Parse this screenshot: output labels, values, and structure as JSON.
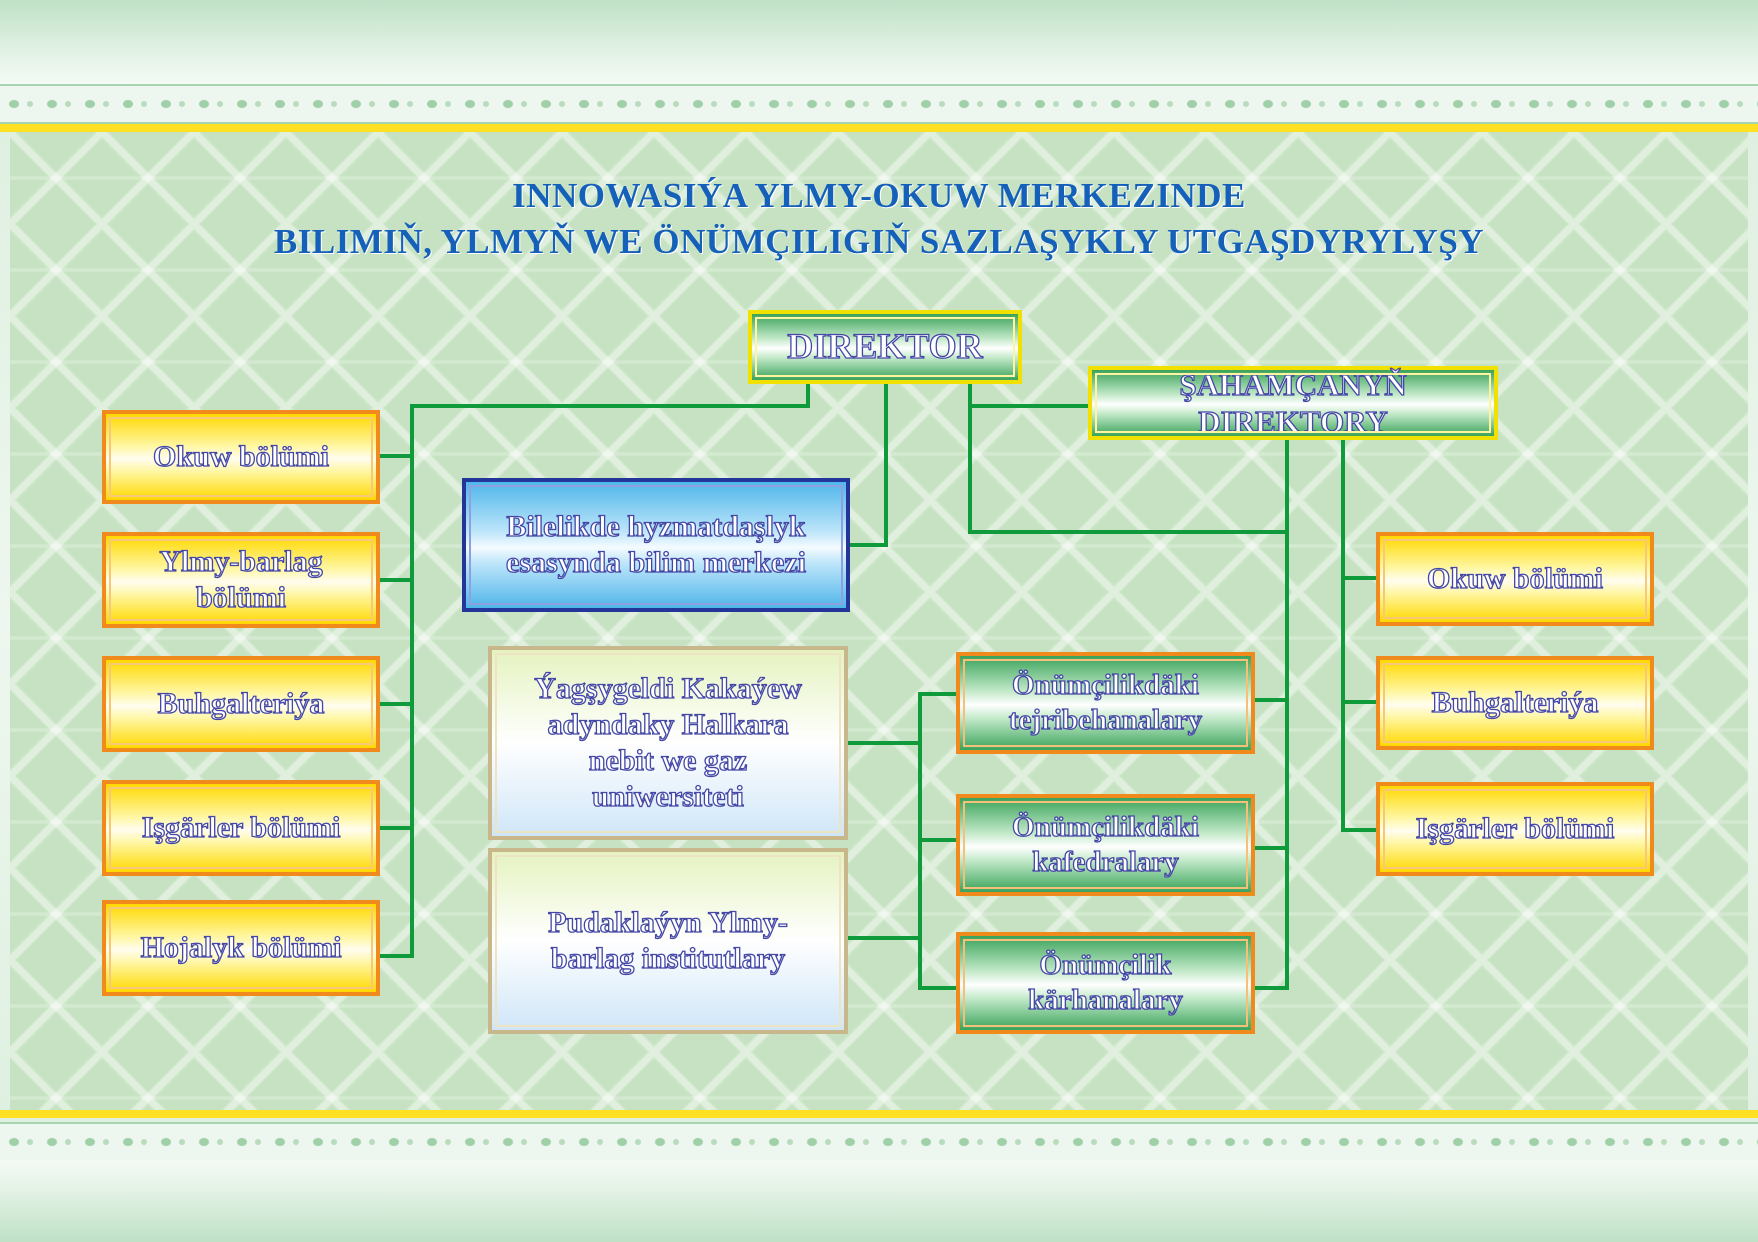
{
  "title": {
    "line1": "INNOWASIÝA YLMY-OKUW MERKEZINDE",
    "line2": "BILIMIŇ, YLMYŇ WE ÖNÜMÇILIGIŇ SAZLAŞYKLY UTGAŞDYRYLYŞY"
  },
  "nodes": {
    "director": "DIREKTOR",
    "branch_director": "ŞAHAMÇANYŇ DIREKTORY",
    "knowledge_center": "Bilelikde hyzmatdaşlyk esasynda bilim merkezi",
    "university": "Ýagşygeldi Kakaýew adyndaky Halkara nebit we gaz uniwersiteti",
    "institutes": "Pudaklaýyn Ylmy-barlag institutlary",
    "labs": "Önümçilikdäki tejribehanalary",
    "departments_chairs": "Önümçilikdäki kafedralary",
    "enterprises": "Önümçilik kärhanalary"
  },
  "left_departments": [
    "Okuw bölümi",
    "Ylmy-barlag bölümi",
    "Buhgalteriýa",
    "Işgärler bölümi",
    "Hojalyk bölümi"
  ],
  "right_departments": [
    "Okuw bölümi",
    "Buhgalteriýa",
    "Işgärler bölümi"
  ],
  "colors": {
    "connector": "#0f9a3c",
    "title": "#1560b8",
    "yellow_border": "#f08a1c",
    "navy_border": "#24359a",
    "text_outline": "#4447a6"
  }
}
